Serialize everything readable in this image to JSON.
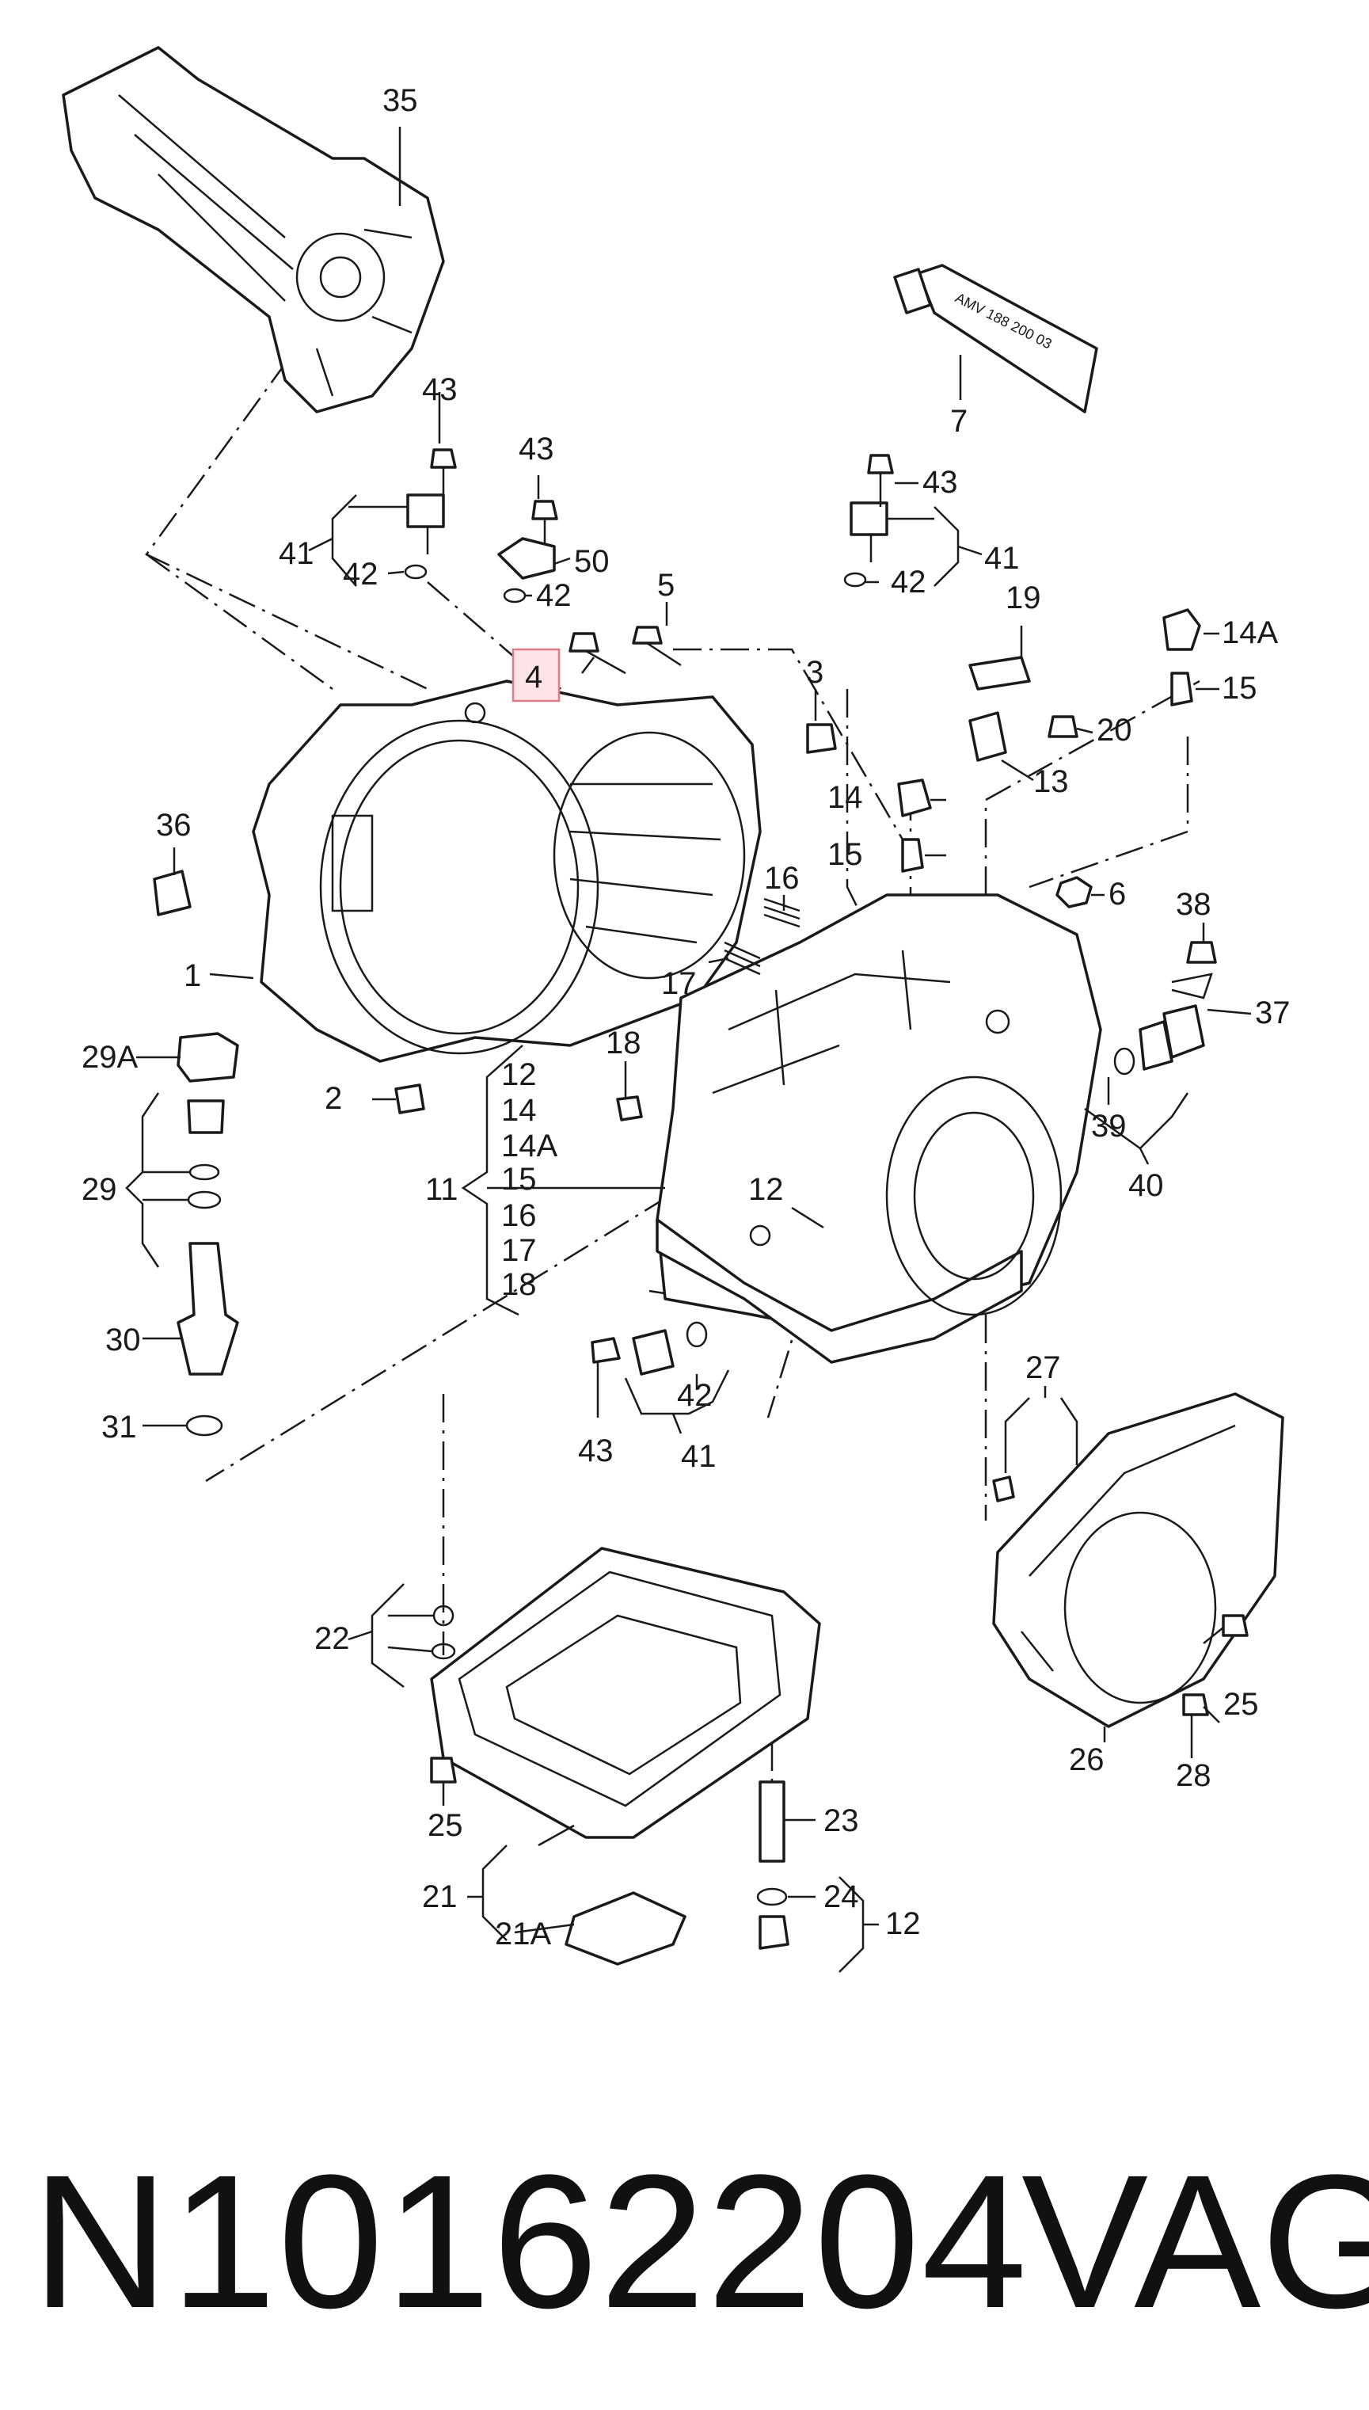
{
  "diagram": {
    "highlight_color": "#fde4e6",
    "highlight_border_color": "#e07a86",
    "tube_label": "AMV 188 200 03",
    "callouts": [
      {
        "id": "c35",
        "text": "35"
      },
      {
        "id": "c7",
        "text": "7"
      },
      {
        "id": "c43a",
        "text": "43"
      },
      {
        "id": "c43b",
        "text": "43"
      },
      {
        "id": "c43c",
        "text": "43"
      },
      {
        "id": "c43d",
        "text": "43"
      },
      {
        "id": "c41a",
        "text": "41"
      },
      {
        "id": "c42a",
        "text": "42"
      },
      {
        "id": "c50",
        "text": "50"
      },
      {
        "id": "c42b",
        "text": "42"
      },
      {
        "id": "c5",
        "text": "5"
      },
      {
        "id": "c4",
        "text": "4"
      },
      {
        "id": "c41b",
        "text": "41"
      },
      {
        "id": "c42c",
        "text": "42"
      },
      {
        "id": "c19",
        "text": "19"
      },
      {
        "id": "c14Aa",
        "text": "14A"
      },
      {
        "id": "c15a",
        "text": "15"
      },
      {
        "id": "c3",
        "text": "3"
      },
      {
        "id": "c20",
        "text": "20"
      },
      {
        "id": "c13",
        "text": "13"
      },
      {
        "id": "c36",
        "text": "36"
      },
      {
        "id": "c14a",
        "text": "14"
      },
      {
        "id": "c15b",
        "text": "15"
      },
      {
        "id": "c16a",
        "text": "16"
      },
      {
        "id": "c6",
        "text": "6"
      },
      {
        "id": "c38",
        "text": "38"
      },
      {
        "id": "c1",
        "text": "1"
      },
      {
        "id": "c17a",
        "text": "17"
      },
      {
        "id": "c37",
        "text": "37"
      },
      {
        "id": "c18a",
        "text": "18"
      },
      {
        "id": "c29A",
        "text": "29A"
      },
      {
        "id": "c2",
        "text": "2"
      },
      {
        "id": "c12a",
        "text": "12"
      },
      {
        "id": "c14b",
        "text": "14"
      },
      {
        "id": "c14Ab",
        "text": "14A"
      },
      {
        "id": "c15c",
        "text": "15"
      },
      {
        "id": "c16b",
        "text": "16"
      },
      {
        "id": "c17b",
        "text": "17"
      },
      {
        "id": "c18b",
        "text": "18"
      },
      {
        "id": "c11",
        "text": "11"
      },
      {
        "id": "c29",
        "text": "29"
      },
      {
        "id": "c12b",
        "text": "12"
      },
      {
        "id": "c39",
        "text": "39"
      },
      {
        "id": "c40",
        "text": "40"
      },
      {
        "id": "c30",
        "text": "30"
      },
      {
        "id": "c27",
        "text": "27"
      },
      {
        "id": "c42d",
        "text": "42"
      },
      {
        "id": "c31",
        "text": "31"
      },
      {
        "id": "c41c",
        "text": "41"
      },
      {
        "id": "c22",
        "text": "22"
      },
      {
        "id": "c25a",
        "text": "25"
      },
      {
        "id": "c26",
        "text": "26"
      },
      {
        "id": "c25b",
        "text": "25"
      },
      {
        "id": "c28",
        "text": "28"
      },
      {
        "id": "c23",
        "text": "23"
      },
      {
        "id": "c24",
        "text": "24"
      },
      {
        "id": "c21",
        "text": "21"
      },
      {
        "id": "c21A",
        "text": "21A"
      },
      {
        "id": "c12c",
        "text": "12"
      }
    ]
  },
  "footer": {
    "part_number": "N10162204",
    "brand": "VAG"
  }
}
